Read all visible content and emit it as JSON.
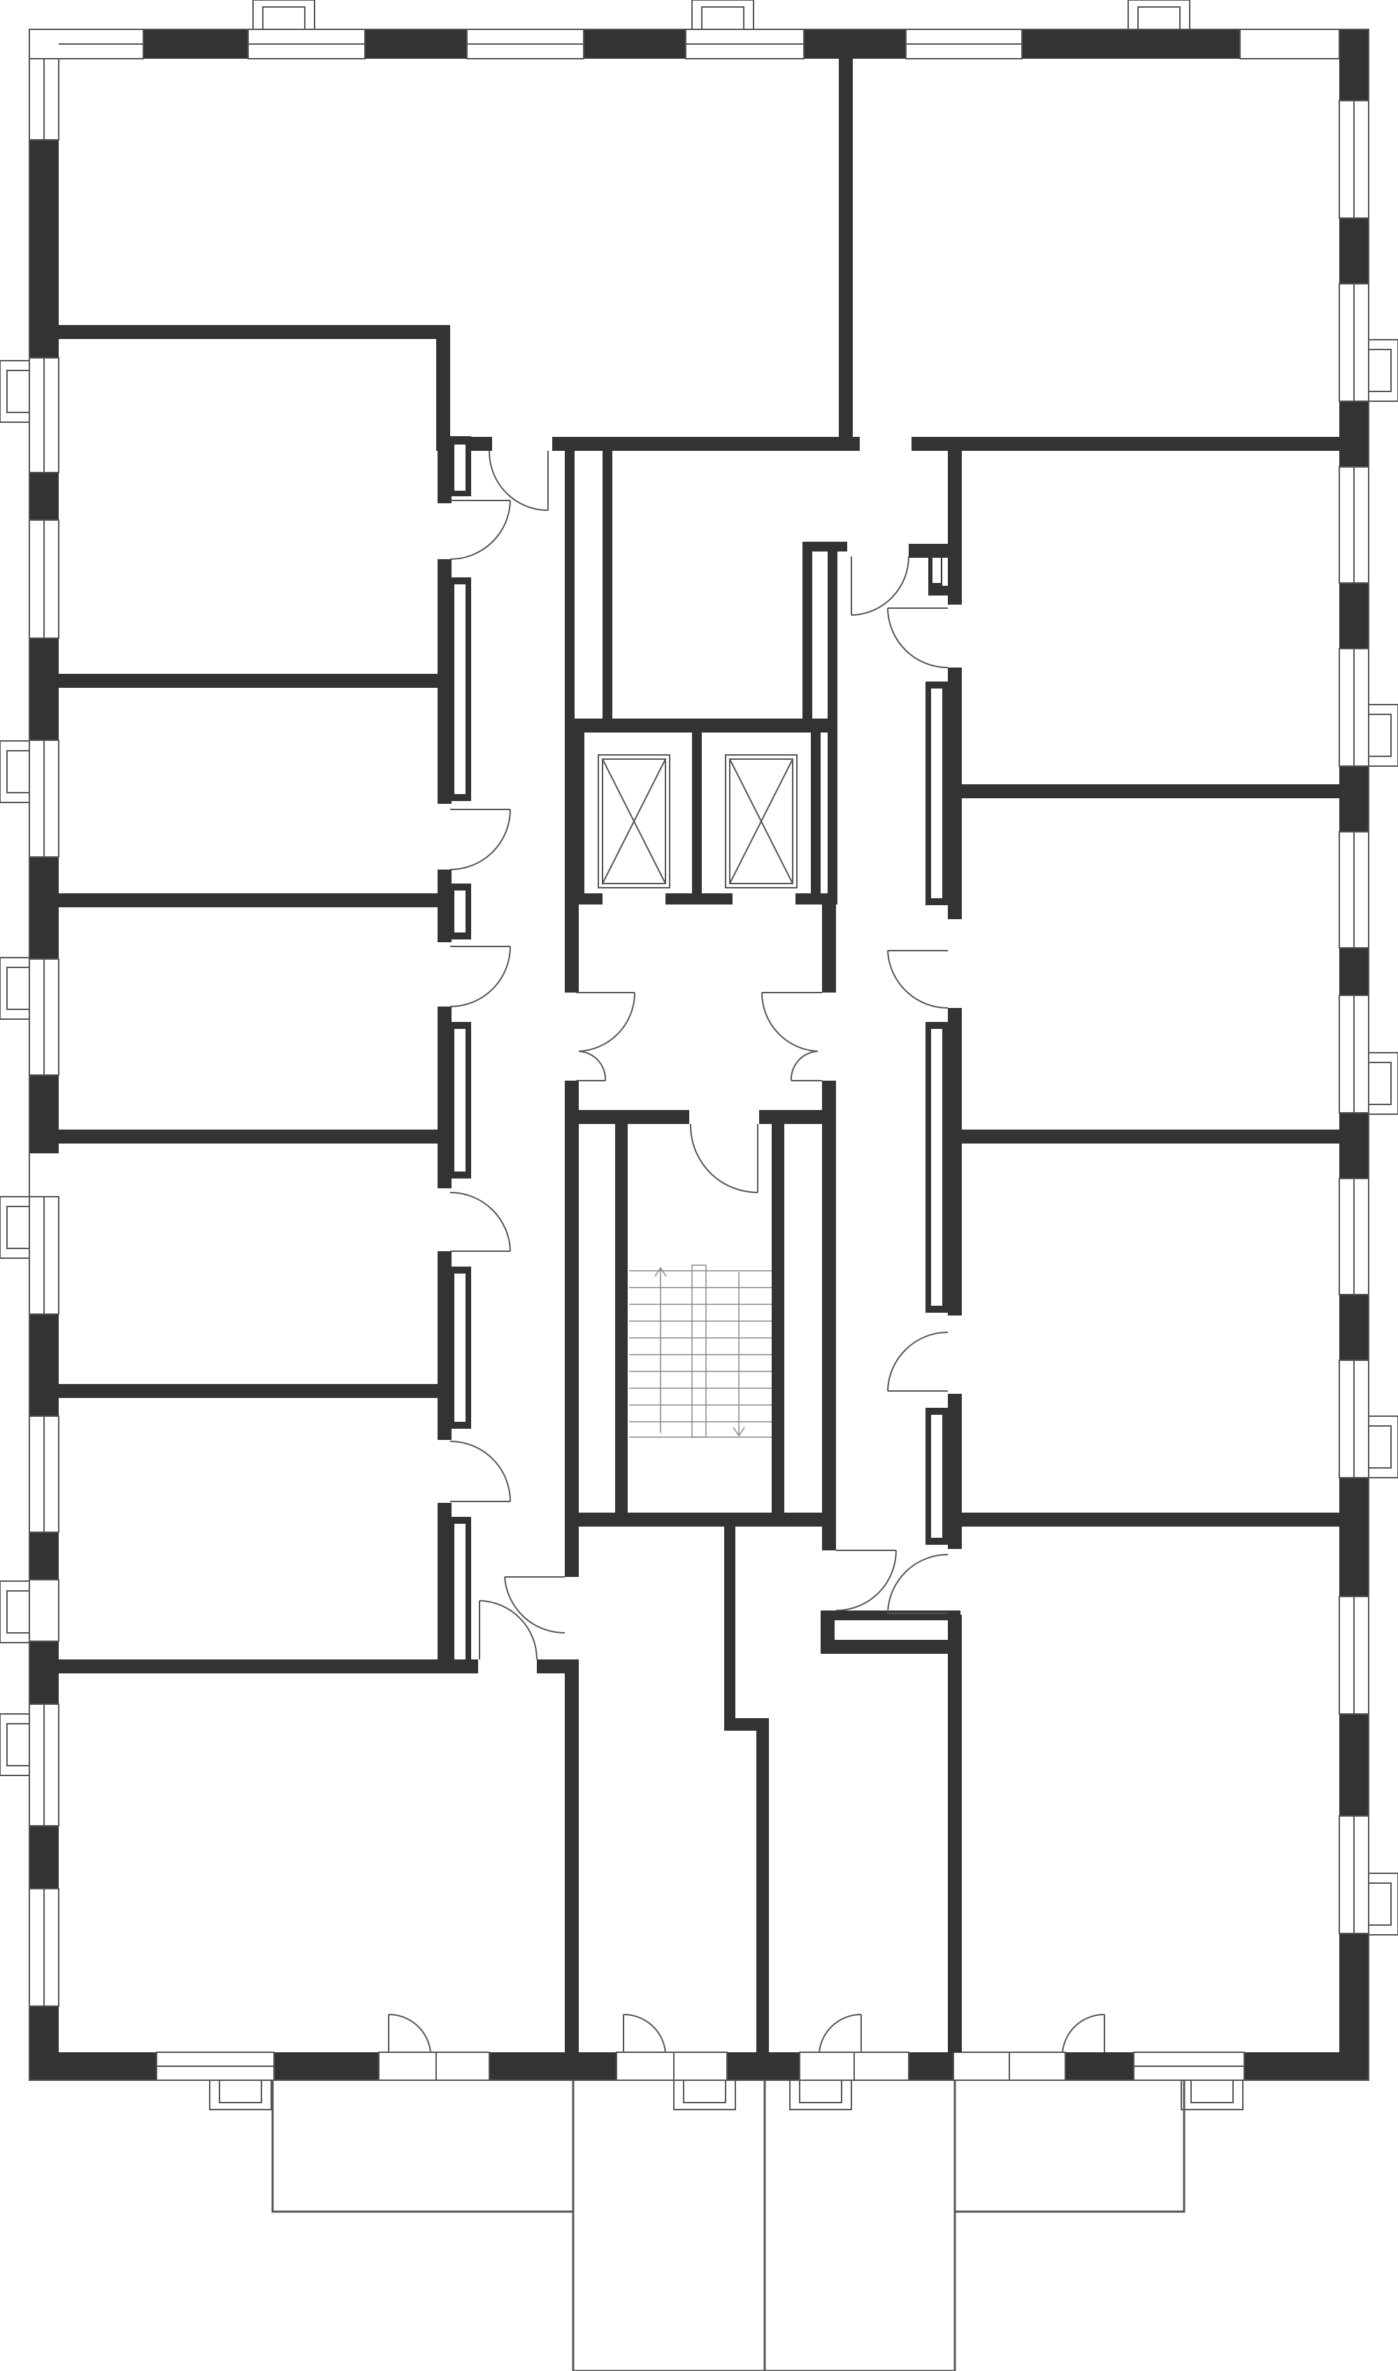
{
  "plan": {
    "text_labels": [],
    "wall_color": "#333333",
    "line_color": "#555555",
    "background_color": "#ffffff"
  },
  "zones": [
    {
      "id": "apt-nw",
      "type": "room"
    },
    {
      "id": "apt-ne",
      "type": "room"
    },
    {
      "id": "room-w1",
      "type": "room"
    },
    {
      "id": "room-w2",
      "type": "room"
    },
    {
      "id": "room-w3",
      "type": "room"
    },
    {
      "id": "room-w4",
      "type": "room"
    },
    {
      "id": "room-w5",
      "type": "room"
    },
    {
      "id": "room-sw",
      "type": "room"
    },
    {
      "id": "room-e1",
      "type": "room"
    },
    {
      "id": "room-e2",
      "type": "room"
    },
    {
      "id": "room-e3",
      "type": "room"
    },
    {
      "id": "room-se",
      "type": "room"
    },
    {
      "id": "corridor",
      "type": "corridor"
    },
    {
      "id": "lift-1",
      "type": "elevator"
    },
    {
      "id": "lift-2",
      "type": "elevator"
    },
    {
      "id": "stair",
      "type": "staircase"
    },
    {
      "id": "unit-s1",
      "type": "room"
    },
    {
      "id": "unit-s2",
      "type": "room"
    }
  ]
}
